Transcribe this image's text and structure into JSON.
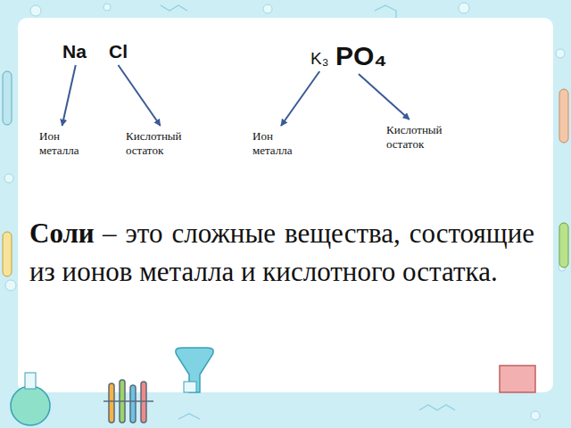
{
  "diagram": {
    "nodes": [
      {
        "text": [
          "Na"
        ]
      },
      {
        "text": [
          "Cl"
        ]
      },
      {
        "text": [
          "K₃"
        ]
      },
      {
        "text": [
          "PO₄"
        ]
      },
      {
        "text": [
          "Ион металла"
        ]
      },
      {
        "text": [
          "Кислотный остаток"
        ]
      },
      {
        "text": [
          "Ион металла"
        ]
      },
      {
        "text": [
          "Кислотный остаток"
        ]
      }
    ],
    "edges": [
      {
        "from": 0,
        "to": 4,
        "arrow": "to"
      },
      {
        "from": 1,
        "to": 5,
        "arrow": "to"
      },
      {
        "from": 2,
        "to": 6,
        "arrow": "to"
      },
      {
        "from": 3,
        "to": 7,
        "arrow": "to"
      }
    ],
    "labels": [
      "Соли",
      "– это сложные вещества, состоящие из ионов металла и кислотного остатка."
    ]
  }
}
